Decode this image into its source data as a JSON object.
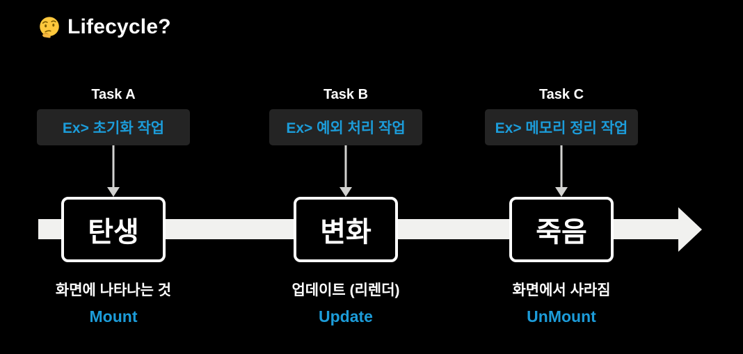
{
  "title": {
    "text": "Lifecycle?",
    "emoji": "thinking-face"
  },
  "columns": [
    {
      "task_label": "Task A",
      "example": "Ex> 초기화 작업",
      "stage": "탄생",
      "description": "화면에 나타나는 것",
      "term": "Mount"
    },
    {
      "task_label": "Task B",
      "example": "Ex> 예외 처리 작업",
      "stage": "변화",
      "description": "업데이트 (리렌더)",
      "term": "Update"
    },
    {
      "task_label": "Task C",
      "example": "Ex> 메모리 정리 작업",
      "stage": "죽음",
      "description": "화면에서 사라짐",
      "term": "UnMount"
    }
  ],
  "colors": {
    "background": "#000000",
    "text_white": "#ffffff",
    "accent_blue": "#1c9cd9",
    "example_box_bg": "#242424",
    "timeline_white": "#f1f1ef",
    "connector_gray": "#d2d2d0"
  }
}
